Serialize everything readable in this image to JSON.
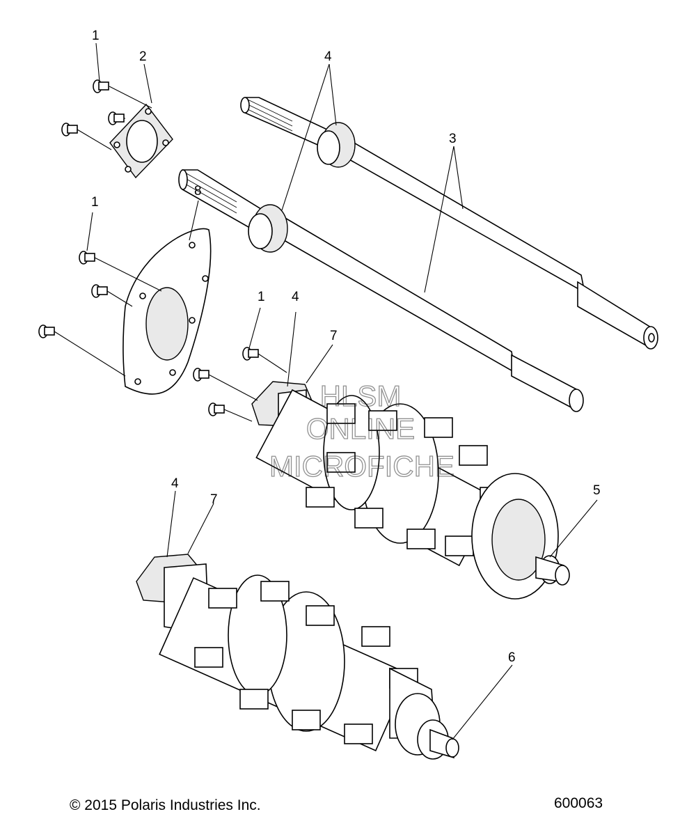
{
  "callouts": {
    "c1a": "1",
    "c2": "2",
    "c4a": "4",
    "c3": "3",
    "c1b": "1",
    "c8": "8",
    "c1c": "1",
    "c4b": "4",
    "c7a": "7",
    "c5": "5",
    "c4c": "4",
    "c7b": "7",
    "c6": "6"
  },
  "watermark": {
    "line1": "HLSM",
    "line2": "ONLINE",
    "line3": "MICROFICHE"
  },
  "footer": {
    "copyright": "© 2015 Polaris Industries Inc.",
    "diagram_number": "600063"
  }
}
